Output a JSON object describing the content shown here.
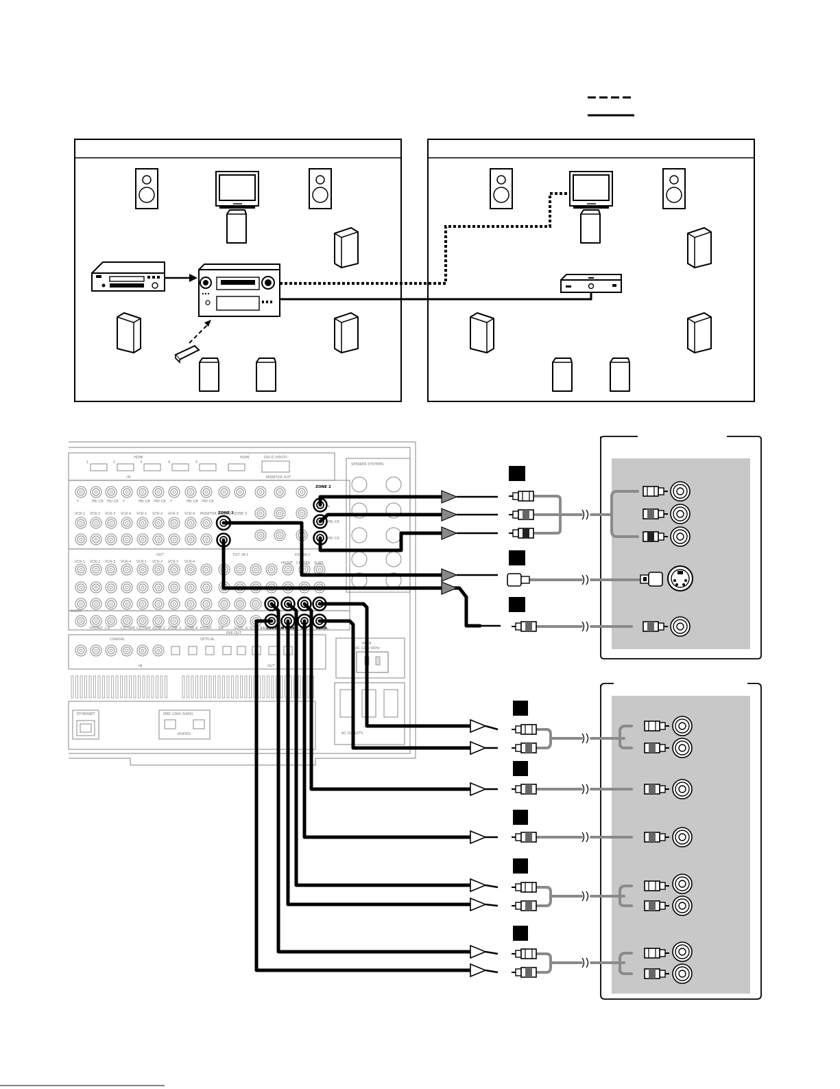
{
  "colors": {
    "ink": "#000000",
    "panel_gray": "#c8c8c8",
    "cable_gray": "#8a8a8a",
    "receiver_line": "#9a9a9a"
  },
  "receiver_panel": {
    "hdmi_label": "HDMI",
    "hdmi_monitor_label": "HDMI",
    "dvi_label": "DVI-D (HDCP)",
    "monitor_out_label": "MONITOR OUT",
    "in_label": "IN",
    "out_label": "OUT",
    "speaker_systems_label": "SPEAKER SYSTEMS",
    "zone2_label": "ZONE 2",
    "zone2_jacks": [
      "Y",
      "PB/ CB",
      "PR/ CR"
    ],
    "hdmi_numbers": [
      "1",
      "2",
      "3",
      "4",
      "5"
    ],
    "component_headers": [
      "Y",
      "PB/ CB",
      "PR/ CR",
      "Y",
      "PB/ CB",
      "PR/ CR",
      "Y",
      "PB/ CB",
      "PR/ CR"
    ],
    "video_row_labels": [
      "VCR-1",
      "VCR-2",
      "VCR-3",
      "VCR-4",
      "VCR-1",
      "VCR-2",
      "VCR-3",
      "VCR-4",
      "MONITOR",
      "ZONE 2",
      "ZONE 3"
    ],
    "ext_in_1_label": "EXT. IN-1",
    "ext_in_2_label": "EXT. IN-2",
    "audio_label": "AUDIO",
    "audio_bottom_labels": [
      "PHONO",
      "CD",
      "CD/TAPE",
      "CD/TAPE",
      "ZONE 2",
      "ZONE 3",
      "ZONE 4",
      "FRONT",
      "SW",
      "SURR. A",
      "SURR.BACK"
    ],
    "preout_labels": [
      "SURR. A",
      "FRONT",
      "SW",
      "SURR."
    ],
    "preout_top_labels": [
      "FRONT",
      "CENTER",
      "SURR."
    ],
    "pre_out_label": "PRE OUT",
    "coaxial_label": "COAXIAL",
    "optical_label": "OPTICAL",
    "ac_in_label": "AC IN",
    "ac_spec": "AC 120V 60Hz",
    "ac_outlets_label": "AC OUTLETS",
    "ethernet_label": "ETHERNET",
    "ieee_label": "IEEE 1394 (S400)",
    "audio_sub_label": "(AUDIO)"
  }
}
